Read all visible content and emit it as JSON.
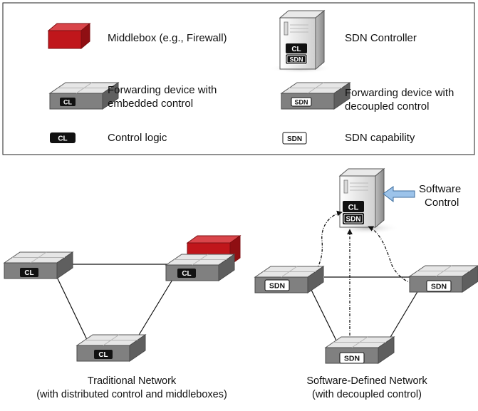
{
  "legend": {
    "middlebox": "Middlebox (e.g., Firewall)",
    "sdn_controller": "SDN Controller",
    "fwd_embedded_line1": "Forwarding device with",
    "fwd_embedded_line2": "embedded control",
    "fwd_decoupled_line1": "Forwarding device with",
    "fwd_decoupled_line2": "decoupled control",
    "control_logic": "Control logic",
    "sdn_capability": "SDN capability"
  },
  "badges": {
    "cl": "CL",
    "sdn": "SDN"
  },
  "software_control": {
    "line1": "Software",
    "line2": "Control"
  },
  "captions": {
    "traditional_line1": "Traditional Network",
    "traditional_line2": "(with distributed control and middleboxes)",
    "sdn_line1": "Software-Defined Network",
    "sdn_line2": "(with decoupled control)"
  },
  "colors": {
    "middlebox": "#c0161b",
    "switch_top": "#e8e8e8",
    "switch_side": "#7d7d7d",
    "arrow_fill": "#9cc3ea"
  }
}
